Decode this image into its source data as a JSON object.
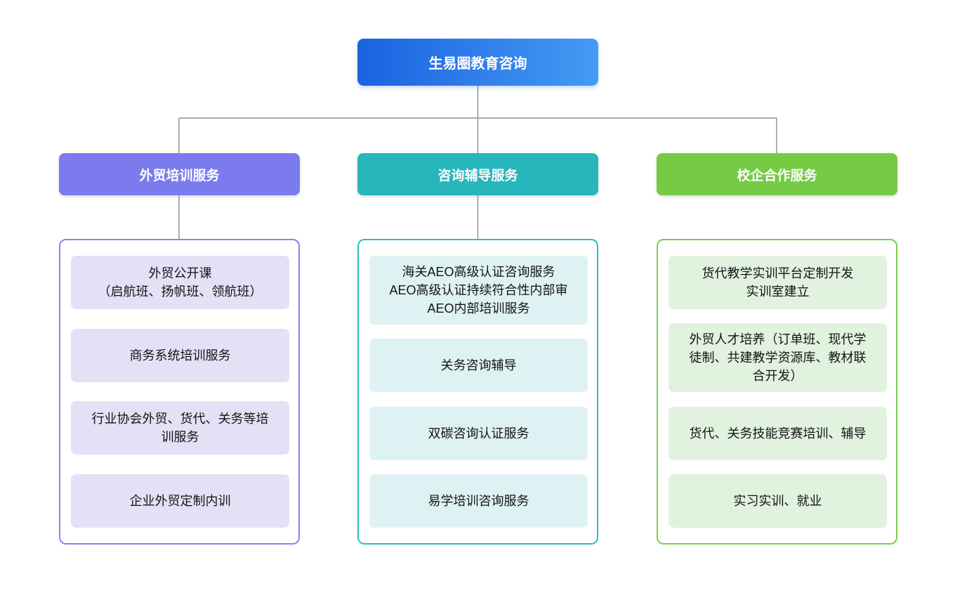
{
  "root": {
    "label": "生易圈教育咨询"
  },
  "branches": [
    {
      "title": "外贸培训服务",
      "items": [
        "外贸公开课\n（启航班、扬帆班、领航班）",
        "商务系统培训服务",
        "行业协会外贸、货代、关务等培训服务",
        "企业外贸定制内训"
      ]
    },
    {
      "title": "咨询辅导服务",
      "items": [
        "海关AEO高级认证咨询服务\nAEO高级认证持续符合性内部审\nAEO内部培训服务",
        "关务咨询辅导",
        "双碳咨询认证服务",
        "易学培训咨询服务"
      ]
    },
    {
      "title": "校企合作服务",
      "items": [
        "货代教学实训平台定制开发\n实训室建立",
        "外贸人才培养（订单班、现代学徒制、共建教学资源库、教材联合开发）",
        "货代、关务技能竞赛培训、辅导",
        "实习实训、就业"
      ]
    }
  ],
  "colors": {
    "root_gradient_start": "#1b62e0",
    "root_gradient_end": "#449af4",
    "branch1_header": "#7b7bee",
    "branch1_border": "#8585f1",
    "branch1_item_bg": "#e4e1f6",
    "branch2_header": "#26b6bb",
    "branch2_border": "#2cbdc2",
    "branch2_item_bg": "#dff2f3",
    "branch3_header": "#75cb44",
    "branch3_border": "#79ce49",
    "branch3_item_bg": "#e1f2df",
    "item_text": "#141414",
    "connector": "#8a9097"
  }
}
